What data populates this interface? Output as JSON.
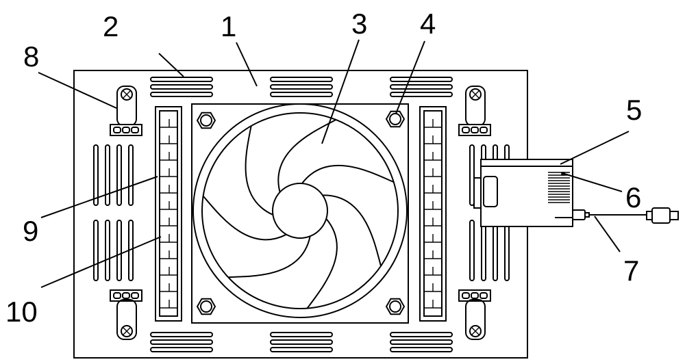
{
  "callouts": {
    "c1": "1",
    "c2": "2",
    "c3": "3",
    "c4": "4",
    "c5": "5",
    "c6": "6",
    "c7": "7",
    "c8": "8",
    "c9": "9",
    "c10": "10"
  },
  "colors": {
    "line": "#000000",
    "background": "#ffffff"
  },
  "fan_blade_count": 7
}
